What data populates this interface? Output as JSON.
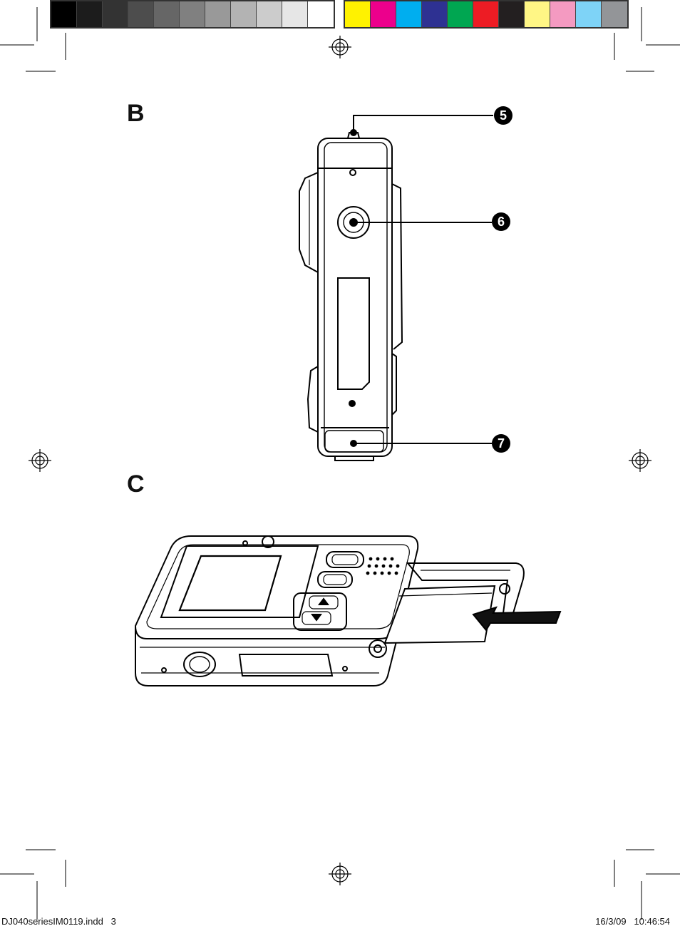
{
  "color_bar": {
    "grays": [
      "#000000",
      "#1c1c1c",
      "#333333",
      "#4d4d4d",
      "#666666",
      "#808080",
      "#999999",
      "#b3b3b3",
      "#cccccc",
      "#e6e6e6",
      "#ffffff"
    ],
    "colors": [
      "#fff200",
      "#ec008c",
      "#00aeef",
      "#2e3192",
      "#00a651",
      "#ed1c24",
      "#231f20",
      "#fff685",
      "#f49ac1",
      "#7ed3f7",
      "#939598"
    ]
  },
  "sections": {
    "b_label": "B",
    "c_label": "C"
  },
  "callouts": {
    "five": "5",
    "six": "6",
    "seven": "7"
  },
  "slug": {
    "file": "DJ040seriesIM0119.indd   3",
    "time": "16/3/09   10:46:54"
  }
}
